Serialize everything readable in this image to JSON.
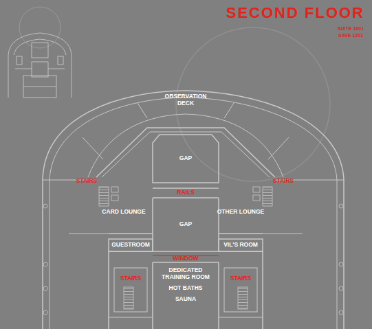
{
  "diagram": {
    "title": "SECOND FLOOR",
    "nodes": [
      {
        "text": [
          "GAP"
        ]
      },
      {
        "text": [
          "GAP"
        ]
      },
      {
        "text": [
          "GUESTROOM"
        ]
      },
      {
        "text": [
          "VIL'S ROOM"
        ]
      },
      {
        "text": [
          "DEDICATED TRAINING ROOM",
          "HOT BATHS",
          "SAUNA"
        ]
      }
    ],
    "labels": [
      "SUITE 1601",
      "SAVE 1201",
      "OBSERVATION DECK",
      "STAIRS",
      "STAIRS",
      "RAILS",
      "CARD LOUNGE",
      "OTHER LOUNGE",
      "WINDOW",
      "STAIRS",
      "STAIRS"
    ]
  }
}
